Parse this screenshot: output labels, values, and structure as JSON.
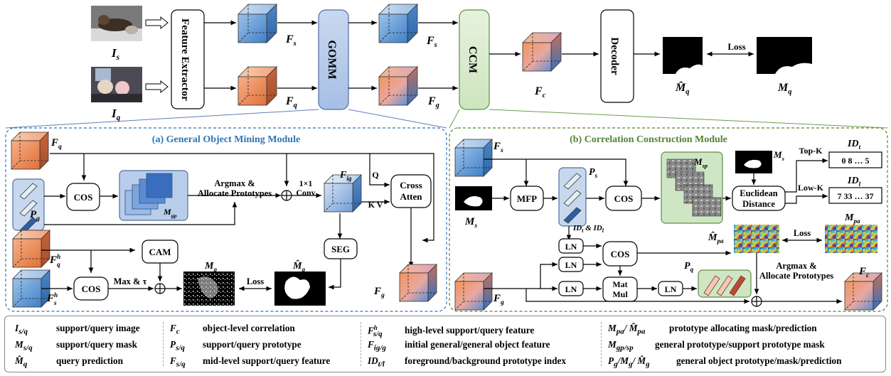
{
  "colors": {
    "support_blue": "#6fa8dc",
    "query_orange": "#ed8a5a",
    "gomm_fill": "#b4c9e8",
    "ccm_fill": "#d8ebcf",
    "module_a_border": "#2e75b6",
    "module_b_border": "#548235"
  },
  "top": {
    "img_s_label": "I",
    "img_s_sub": "s",
    "img_q_label": "I",
    "img_q_sub": "q",
    "feature_extractor": "Feature Extractor",
    "fs_label": "F",
    "fs_sub": "s",
    "fq_label": "F",
    "fq_sub": "q",
    "gomm": "GOMM",
    "fs2_label": "F",
    "fs2_sub": "s",
    "fg_label": "F",
    "fg_sub": "g",
    "ccm": "CCM",
    "fc_label": "F",
    "fc_sub": "c",
    "decoder": "Decoder",
    "loss": "Loss",
    "mq_hat_label": "M̂",
    "mq_hat_sub": "q",
    "mq_label": "M",
    "mq_sub": "q"
  },
  "module_a": {
    "title": "(a) General Object Mining Module",
    "fq": "F",
    "fq_sub": "q",
    "pg": "P",
    "pg_sub": "g",
    "cos1": "COS",
    "mgp": "M",
    "mgp_sub": "gp",
    "argmax": "Argmax &",
    "allocate": "Allocate Prototypes",
    "conv1": "1×1",
    "conv2": "Conv",
    "fig": "F",
    "fig_sub": "ig",
    "q": "Q",
    "kv": "K V",
    "cross1": "Cross",
    "cross2": "Atten",
    "seg": "SEG",
    "fqh": "F",
    "fqh_sup": "h",
    "fqh_sub": "q",
    "cam": "CAM",
    "fsh": "F",
    "fsh_sup": "h",
    "fsh_sub": "s",
    "cos2": "COS",
    "max_tau": "Max & τ",
    "mg": "M",
    "mg_sub": "g",
    "loss": "Loss",
    "mg_hat": "M̂",
    "mg_hat_sub": "g",
    "fg_out": "F",
    "fg_out_sub": "g"
  },
  "module_b": {
    "title": "(b) Correlation Construction Module",
    "fs": "F",
    "fs_sub": "s",
    "ms": "M",
    "ms_sub": "s",
    "mfp": "MFP",
    "ps": "P",
    "ps_sub": "s",
    "cos": "COS",
    "msp": "M",
    "msp_sub": "sp",
    "ms2": "M",
    "ms2_sub": "s",
    "euclid1": "Euclidean",
    "euclid2": "Distance",
    "topk": "Top-K",
    "lowk": "Low-K",
    "idt": "ID",
    "idt_sub": "t",
    "idl": "ID",
    "idl_sub": "l",
    "idt_vals": "0 8 … 5",
    "idl_vals": "7 33 … 37",
    "id_pair": "ID",
    "id_pair_t": "t",
    "id_amp": " & ID",
    "id_pair_l": "l",
    "ln1": "LN",
    "ln2": "LN",
    "ln3": "LN",
    "ln4": "LN",
    "cos2": "COS",
    "mat1": "Mat",
    "mat2": "Mul",
    "pq": "P",
    "pq_sub": "q",
    "mpa_hat": "M̂",
    "mpa_hat_sub": "pa",
    "loss": "Loss",
    "mpa": "M",
    "mpa_sub": "pa",
    "argmax": "Argmax &",
    "allocate": "Allocate Prototypes",
    "fc": "F",
    "fc_sub": "c",
    "fg": "F",
    "fg_sub": "g"
  },
  "legend": {
    "col1": [
      {
        "sym": "I",
        "sub": "s/q",
        "desc": "support/query image"
      },
      {
        "sym": "M",
        "sub": "s/q",
        "desc": "support/query mask"
      },
      {
        "sym": "M̂",
        "sub": "q",
        "desc": "query prediction"
      }
    ],
    "col2": [
      {
        "sym": "F",
        "sub": "c",
        "desc": "object-level correlation"
      },
      {
        "sym": "P",
        "sub": "s/q",
        "desc": "support/query prototype"
      },
      {
        "sym": "F",
        "sub": "s/q",
        "desc": "mid-level support/query feature"
      }
    ],
    "col3": [
      {
        "sym": "F",
        "sup": "h",
        "sub": "s/q",
        "desc": "high-level support/query feature"
      },
      {
        "sym": "F",
        "sub": "ig/g",
        "desc": "initial general/general object feature"
      },
      {
        "sym": "ID",
        "sub": "t/l",
        "desc": "foreground/background prototype index"
      }
    ],
    "col4": [
      {
        "sym": "M",
        "sub": "pa",
        "sym2": "/ M̂",
        "sub2": "pa",
        "desc": "prototype allocating mask/prediction"
      },
      {
        "sym": "M",
        "sub": "gp/sp",
        "desc": "general prototype/support prototype mask"
      },
      {
        "sym": "P",
        "sub": "g",
        "sym2": "/M",
        "sub2": "g",
        "sym3": "/ M̂",
        "sub3": "g",
        "desc": "general object prototype/mask/prediction"
      }
    ]
  }
}
